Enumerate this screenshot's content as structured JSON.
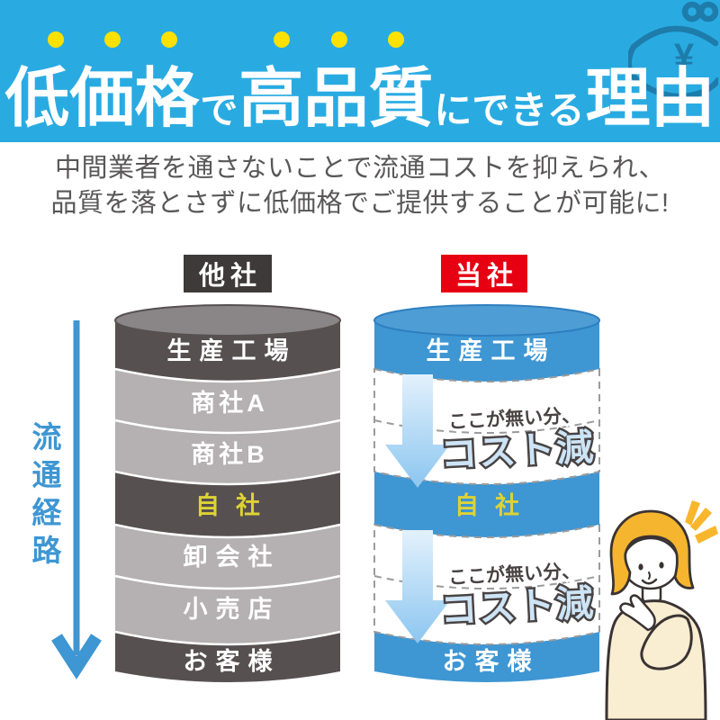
{
  "header": {
    "title_segments": [
      {
        "text": "低価格",
        "size": "large"
      },
      {
        "text": "で",
        "size": "small"
      },
      {
        "text": "高品質",
        "size": "large"
      },
      {
        "text": "にできる",
        "size": "small"
      },
      {
        "text": "理由",
        "size": "large"
      }
    ],
    "purse_icon": "coin-purse-icon",
    "yen_symbol": "¥"
  },
  "intro": {
    "line1": "中間業者を通さないことで流通コストを抑えられ、",
    "line2": "品質を落とさずに低価格でご提供することが可能に!"
  },
  "comparison": {
    "route_label": "流通経路",
    "other": {
      "label": "他社",
      "layers": [
        "生産工場",
        "商社A",
        "商社B",
        "自社",
        "卸会社",
        "小売店",
        "お客様"
      ]
    },
    "ours": {
      "label": "当社",
      "layers": [
        "生産工場",
        "自社",
        "お客様"
      ],
      "note_line1": "ここが無い分、",
      "note_line2": "コスト減"
    }
  },
  "colors": {
    "header_bg": "#29abe2",
    "accent_dots": "#ffe100",
    "purse_outline": "#1e7cab",
    "intro_text": "#595757",
    "tag_other_bg": "#3e3a39",
    "tag_ours_bg": "#e60012",
    "cyl_dark": "#575051",
    "cyl_light": "#b5b0b1",
    "cyl_blue": "#3e96d3",
    "self_text": "#ddd335",
    "cost_text_fill": "#cde4f6",
    "cost_text_outline": "#494343"
  }
}
